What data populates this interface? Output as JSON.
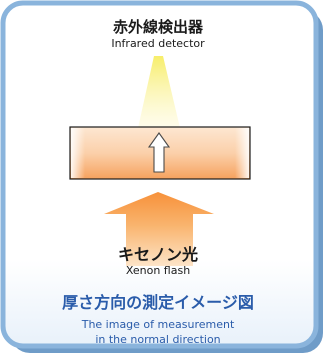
{
  "detector": {
    "label_ja": "赤外線検出器",
    "label_en": "Infrared detector"
  },
  "flash": {
    "label_ja": "キセノン光",
    "label_en": "Xenon flash"
  },
  "caption": {
    "title_ja": "厚さ方向の測定イメージ図",
    "line1_en": "The image of measurement",
    "line2_en": "in the normal direction"
  },
  "colors": {
    "frame_border": "#8ab4dc",
    "frame_shadow": "#6f9cc8",
    "detector_beam": "#f7ee6a",
    "sample_fill": "#f6a25e",
    "flash_arrow": "#f7a04a",
    "caption_text": "#2a5caa"
  }
}
